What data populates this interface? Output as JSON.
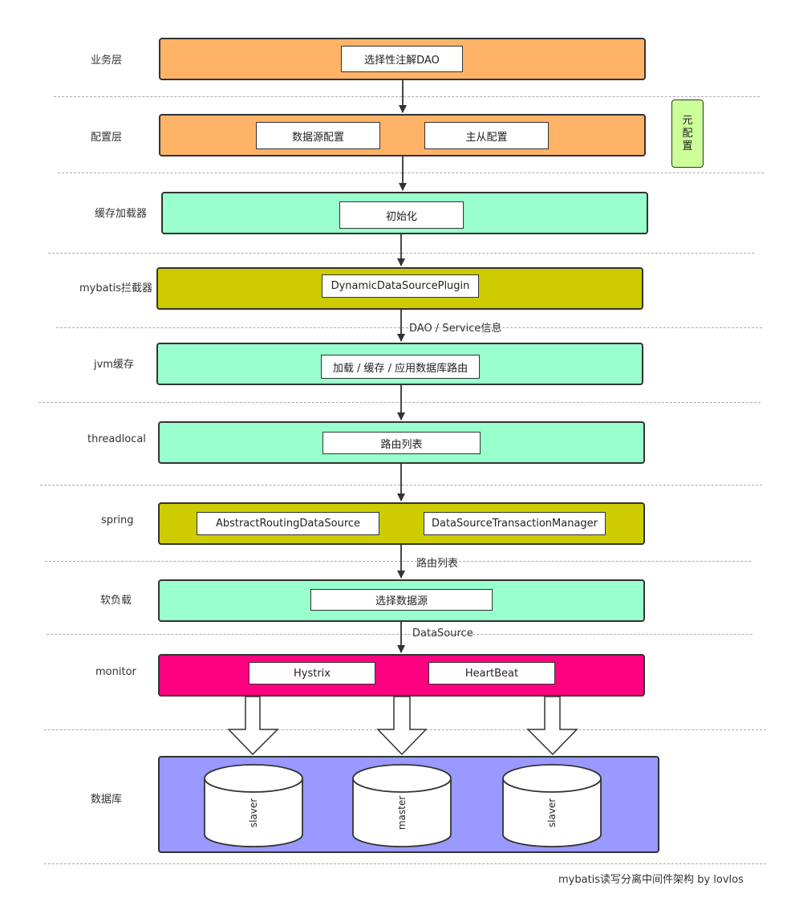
{
  "layers": {
    "business": "业务层",
    "config": "配置层",
    "cache_loader": "缓存加载器",
    "mybatis": "mybatis拦截器",
    "jvm": "jvm缓存",
    "threadlocal": "threadlocal",
    "spring": "spring",
    "soft_lb": "软负载",
    "monitor": "monitor",
    "database": "数据库"
  },
  "boxes": {
    "select_dao": "选择性注解DAO",
    "datasource_config": "数据源配置",
    "master_slave_config": "主从配置",
    "init": "初始化",
    "plugin": "DynamicDataSourcePlugin",
    "jvm_route": "加载 / 缓存 / 应用数据库路由",
    "route_list": "路由列表",
    "abstract_routing": "AbstractRoutingDataSource",
    "tx_manager": "DataSourceTransactionManager",
    "select_ds": "选择数据源",
    "hystrix": "Hystrix",
    "heartbeat": "HeartBeat"
  },
  "side_note": "元配置",
  "edge_labels": {
    "dao_service": "DAO / Service信息",
    "route_list": "路由列表",
    "datasource": "DataSource"
  },
  "databases": [
    "slaver",
    "master",
    "slaver"
  ],
  "caption": "mybatis读写分离中间件架构 by lovlos",
  "colors": {
    "orange": "#FFB366",
    "mint": "#99FFCC",
    "olive": "#CCCC00",
    "magenta": "#FF0080",
    "periwinkle": "#9999FF",
    "note_green": "#CCFF99"
  }
}
